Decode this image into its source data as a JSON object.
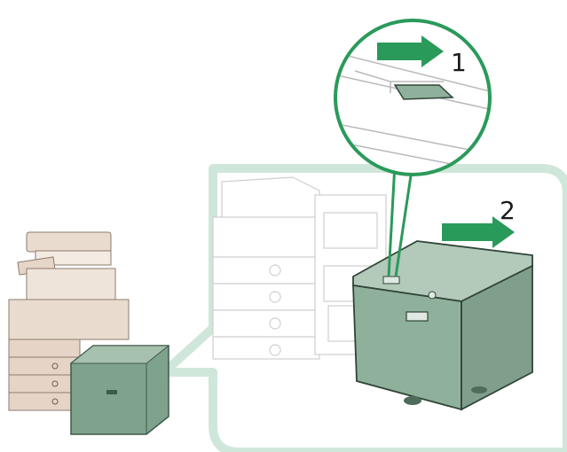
{
  "steps": [
    {
      "number": "1",
      "action": "press-release-button"
    },
    {
      "number": "2",
      "action": "pull-out-paper-deck"
    }
  ],
  "colors": {
    "accent_green": "#2a9a5a",
    "callout_outline": "#bfe0cf",
    "deck_fill": "#8fb09a",
    "deck_dark": "#4f6b59",
    "printer_beige": "#e9dccf",
    "printer_outline": "#9c8a7a"
  },
  "icons": {
    "arrow": "right-arrow-icon",
    "button": "release-button-icon"
  }
}
